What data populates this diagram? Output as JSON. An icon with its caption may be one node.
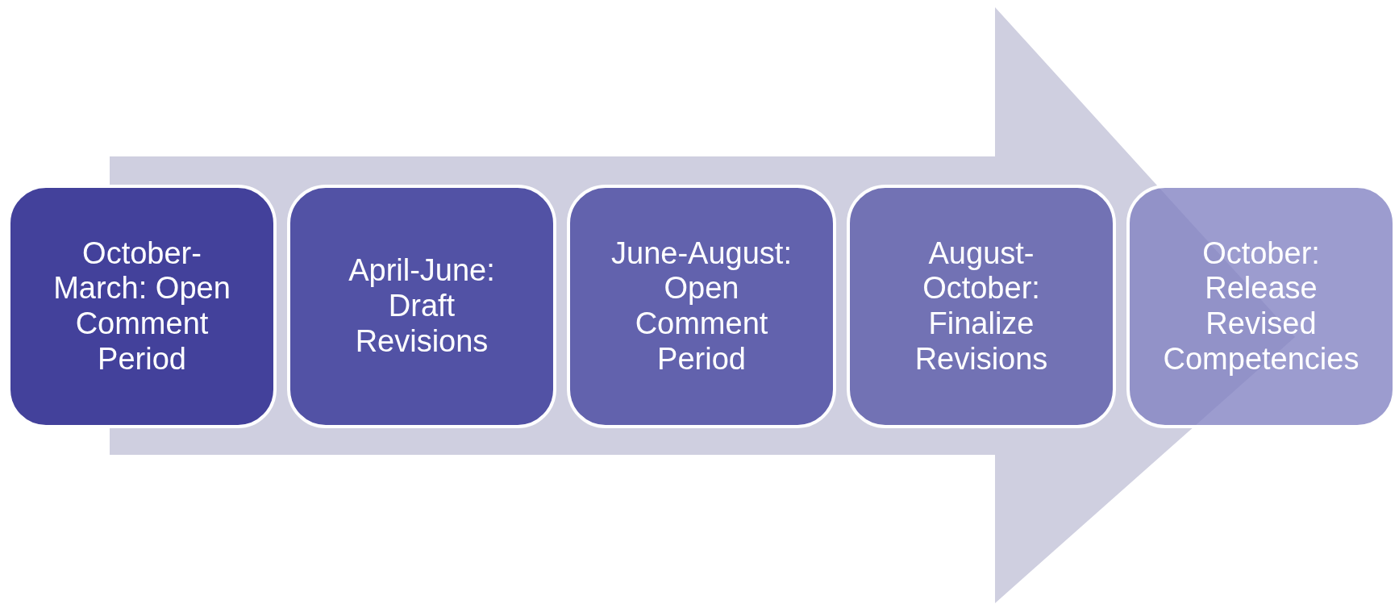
{
  "diagram": {
    "nodes": [
      {
        "text": [
          "October-March: Open Comment Period"
        ]
      },
      {
        "text": [
          "April-June: Draft Revisions"
        ]
      },
      {
        "text": [
          "June-August: Open Comment Period"
        ]
      },
      {
        "text": [
          "August-October: Finalize Revisions"
        ]
      },
      {
        "text": [
          "October: Release Revised Competencies"
        ]
      }
    ],
    "edges": [
      {
        "from": 0,
        "to": 4,
        "arrow": "to"
      }
    ]
  }
}
